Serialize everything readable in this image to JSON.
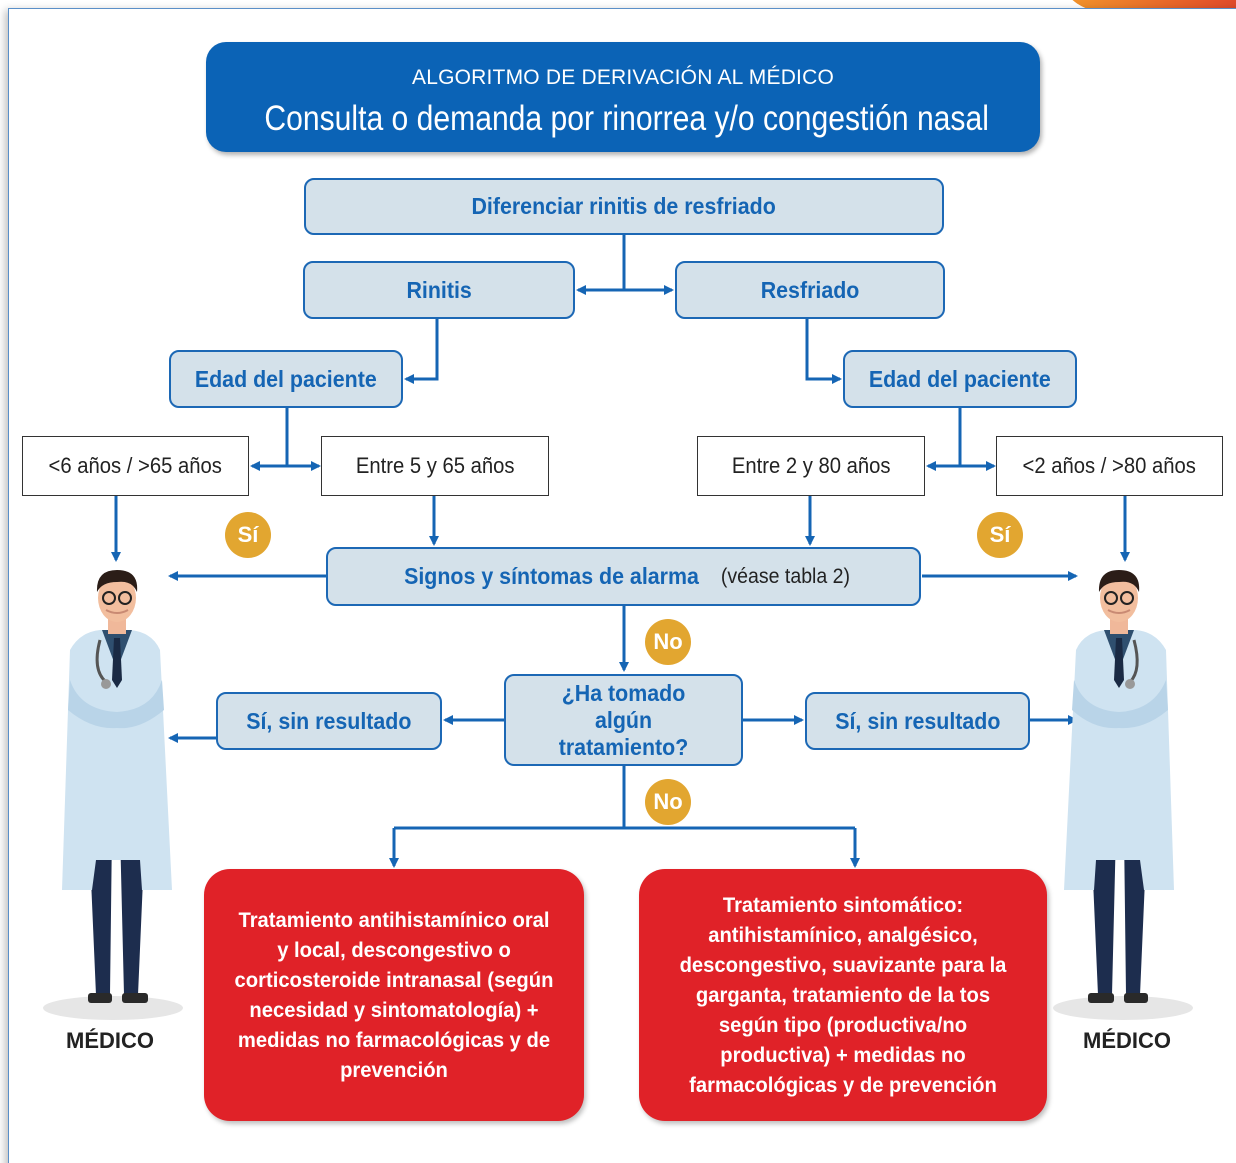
{
  "header": {
    "title": "ALGORITMO DE DERIVACIÓN AL MÉDICO",
    "subtitle": "Consulta o demanda por rinorrea y/o congestión nasal"
  },
  "nodes": {
    "differentiate": "Diferenciar rinitis de resfriado",
    "rinitis": "Rinitis",
    "resfriado": "Resfriado",
    "age_left": "Edad del paciente",
    "age_right": "Edad del paciente",
    "age_left_extreme": "<6 años / >65 años",
    "age_left_normal": "Entre 5 y 65 años",
    "age_right_normal": "Entre 2 y 80 años",
    "age_right_extreme": "<2 años / >80 años",
    "alarm_bold": "Signos y síntomas de alarma",
    "alarm_rest": "(véase tabla  2)",
    "treatment_question": "¿Ha tomado algún tratamiento?",
    "no_result_left": "Sí, sin resultado",
    "no_result_right": "Sí, sin resultado"
  },
  "badges": {
    "si_left": "Sí",
    "si_right": "Sí",
    "no_alarm": "No",
    "no_treatment": "No"
  },
  "outcomes": {
    "rinitis_treatment": "Tratamiento antihistamínico oral y local, descongestivo o corticosteroide intranasal (según necesidad y sintomatología) + medidas no farmacológicas y de prevención",
    "resfriado_treatment": "Tratamiento sintomático: antihistamínico, analgésico, descongestivo, suavizante para la garganta, tratamiento de la tos según tipo (productiva/no productiva) + medidas no farmacológicas y de prevención"
  },
  "doctor_label_left": "MÉDICO",
  "doctor_label_right": "MÉDICO",
  "colors": {
    "primary_blue": "#1565b4",
    "box_fill": "#d4e1ea",
    "alert_red": "#e02228",
    "badge_gold": "#e2a630"
  }
}
